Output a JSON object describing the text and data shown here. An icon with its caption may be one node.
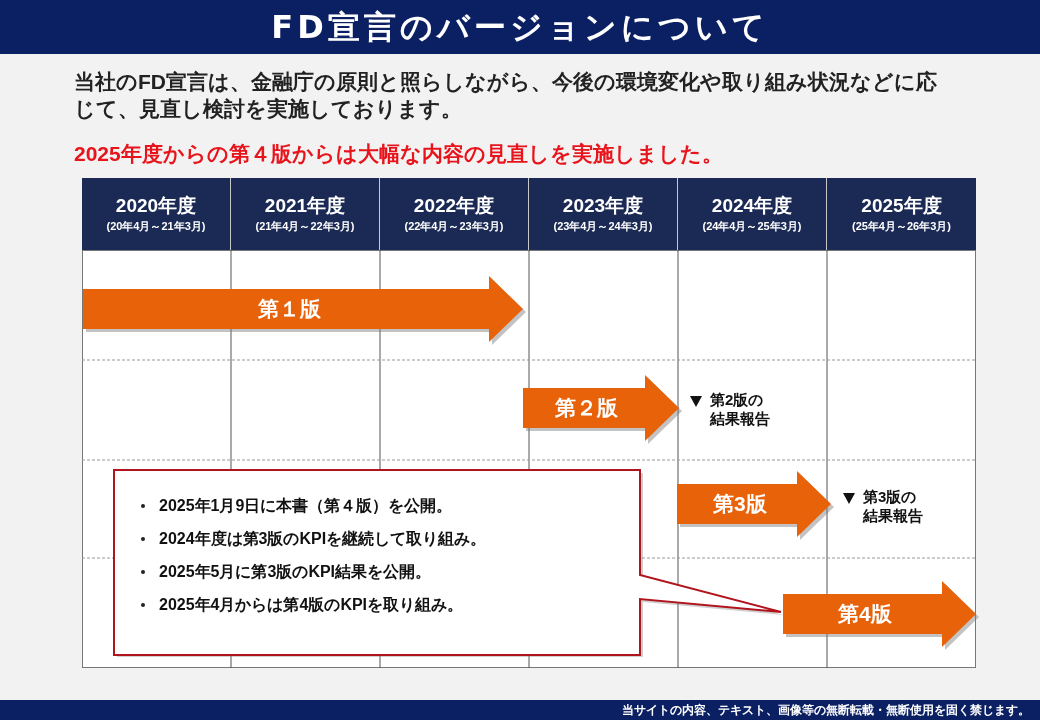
{
  "diagram": {
    "title": "FD宣言のバージョンについて",
    "nodes": [
      {
        "text": [
          "第１版"
        ]
      },
      {
        "text": [
          "第２版"
        ]
      },
      {
        "text": [
          "第3版"
        ]
      },
      {
        "text": [
          "第4版"
        ]
      },
      {
        "text": [
          "2025年1月9日に本書（第４版）を公開。",
          "2024年度は第3版のKPIを継続して取り組み。",
          "2025年5月に第3版のKPI結果を公開。",
          "2025年4月からは第4版のKPIを取り組み。"
        ]
      }
    ],
    "edges": [],
    "labels": [
      "当社のFD宣言は、金融庁の原則と照らしながら、今後の環境変化や取り組み状況などに応じて、見直し検討を実施しております。",
      "2025年度からの第４版からは大幅な内容の見直しを実施しました。",
      "2020年度",
      "(20年4月～21年3月)",
      "2021年度",
      "(21年4月～22年3月)",
      "2022年度",
      "(22年4月～23年3月)",
      "2023年度",
      "(23年4月～24年3月)",
      "2024年度",
      "(24年4月～25年3月)",
      "2025年度",
      "(25年4月～26年3月)",
      "第2版の結果報告",
      "第3版の結果報告",
      "当サイトの内容、テキスト、画像等の無断転載・無断使用を固く禁じます。"
    ]
  }
}
